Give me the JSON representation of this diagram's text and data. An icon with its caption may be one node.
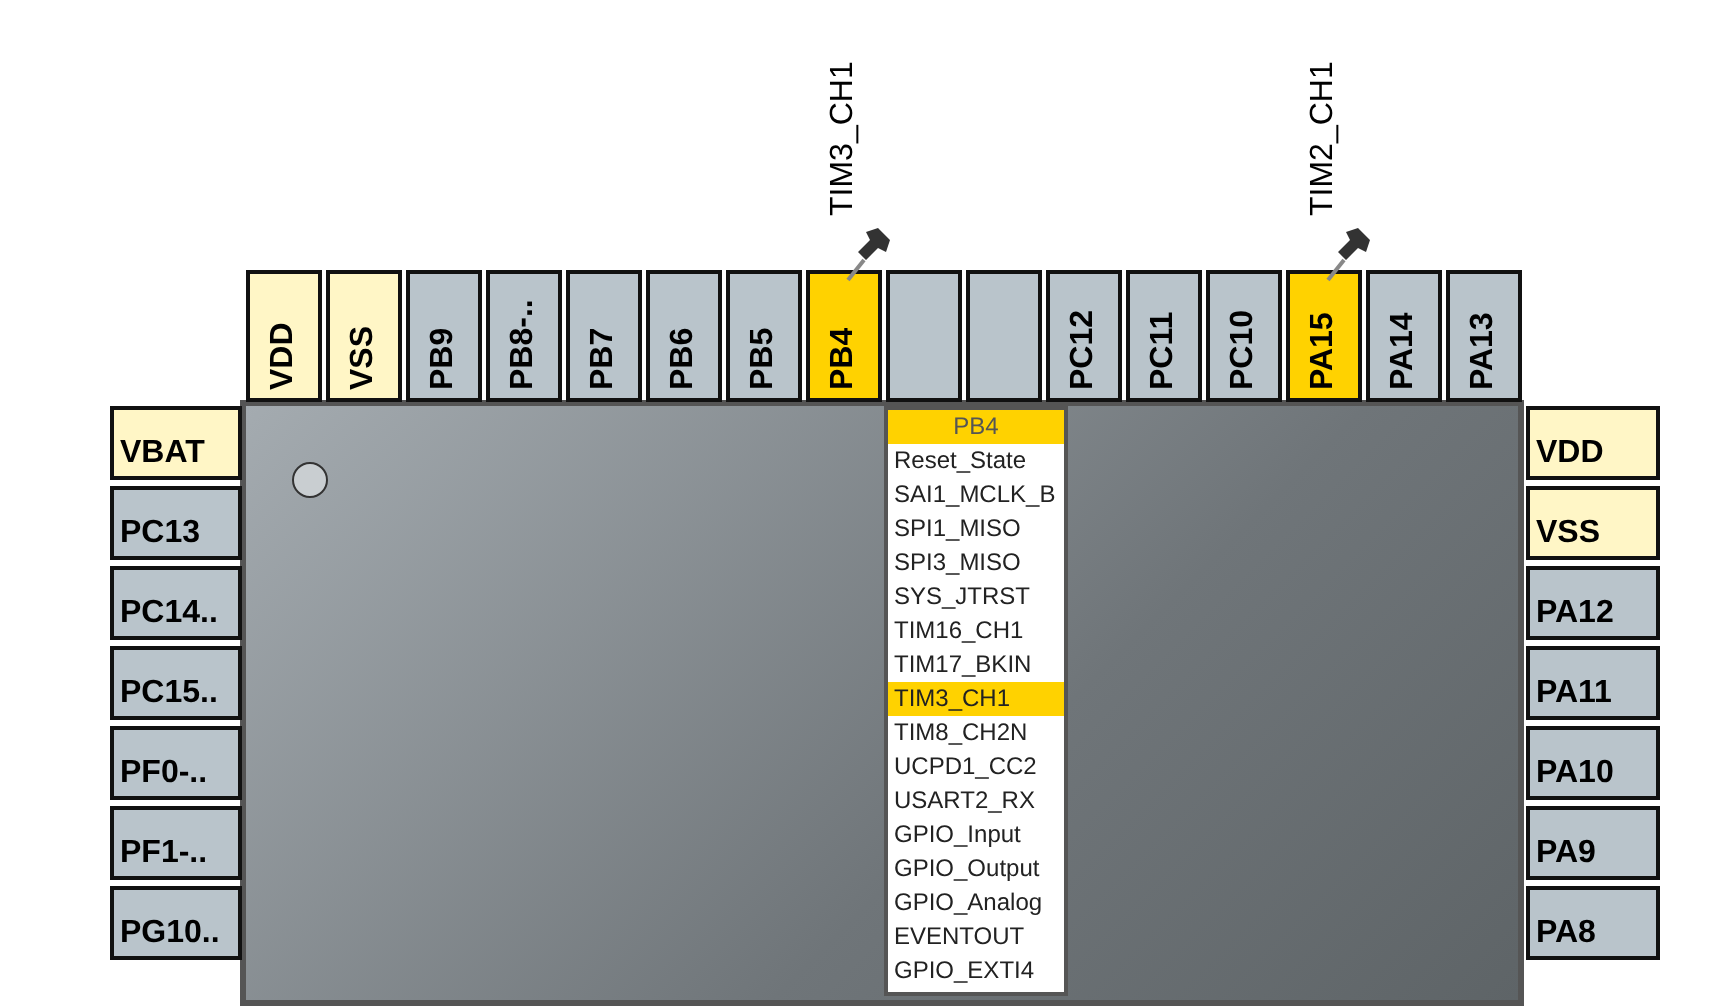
{
  "diagram": {
    "nodes": [
      {
        "text": [],
        "shape": "box"
      },
      {
        "text": [
          "VDD"
        ]
      },
      {
        "text": [
          "VSS"
        ]
      },
      {
        "text": [
          "PB9"
        ]
      },
      {
        "text": [
          "PB8-.."
        ]
      },
      {
        "text": [
          "PB7"
        ]
      },
      {
        "text": [
          "PB6"
        ]
      },
      {
        "text": [
          "PB5"
        ]
      },
      {
        "text": [
          "PB4"
        ]
      },
      {
        "text": [],
        "shape": "box"
      },
      {
        "text": [],
        "shape": "box"
      },
      {
        "text": [
          "PC12"
        ]
      },
      {
        "text": [
          "PC11"
        ]
      },
      {
        "text": [
          "PC10"
        ]
      },
      {
        "text": [
          "PA15"
        ]
      },
      {
        "text": [
          "PA14"
        ]
      },
      {
        "text": [
          "PA13"
        ]
      },
      {
        "text": [
          "VBAT"
        ]
      },
      {
        "text": [
          "PC13"
        ]
      },
      {
        "text": [
          "PC14.."
        ]
      },
      {
        "text": [
          "PC15.."
        ]
      },
      {
        "text": [
          "PF0-.."
        ]
      },
      {
        "text": [
          "PF1-.."
        ]
      },
      {
        "text": [
          "PG10.."
        ]
      },
      {
        "text": [
          "VDD"
        ]
      },
      {
        "text": [
          "VSS"
        ]
      },
      {
        "text": [
          "PA12"
        ]
      },
      {
        "text": [
          "PA11"
        ]
      },
      {
        "text": [
          "PA10"
        ]
      },
      {
        "text": [
          "PA9"
        ]
      },
      {
        "text": [
          "PA8"
        ]
      },
      {
        "in": 0,
        "text": [
          "PB4",
          "Reset_State",
          "SAI1_MCLK_B",
          "SPI1_MISO",
          "SPI3_MISO",
          "SYS_JTRST",
          "TIM16_CH1",
          "TIM17_BKIN",
          "TIM3_CH1",
          "TIM8_CH2N",
          "UCPD1_CC2",
          "USART2_RX",
          "GPIO_Input",
          "GPIO_Output",
          "GPIO_Analog",
          "EVENTOUT",
          "GPIO_EXTI4"
        ]
      }
    ],
    "labels": [
      "TIM3_CH1",
      "TIM2_CH1"
    ]
  }
}
